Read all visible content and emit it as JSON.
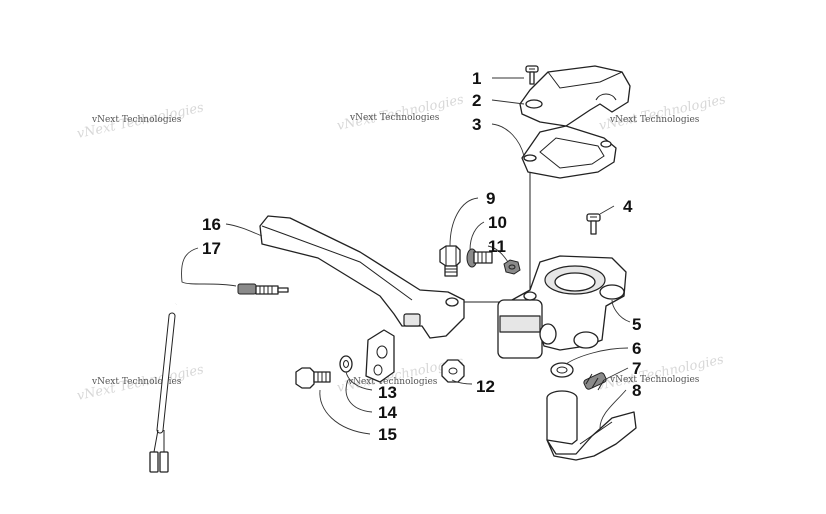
{
  "watermark": {
    "text": "vNext Technologies"
  },
  "callouts": [
    "1",
    "2",
    "3",
    "4",
    "5",
    "6",
    "7",
    "8",
    "9",
    "10",
    "11",
    "12",
    "13",
    "14",
    "15",
    "16",
    "17"
  ]
}
